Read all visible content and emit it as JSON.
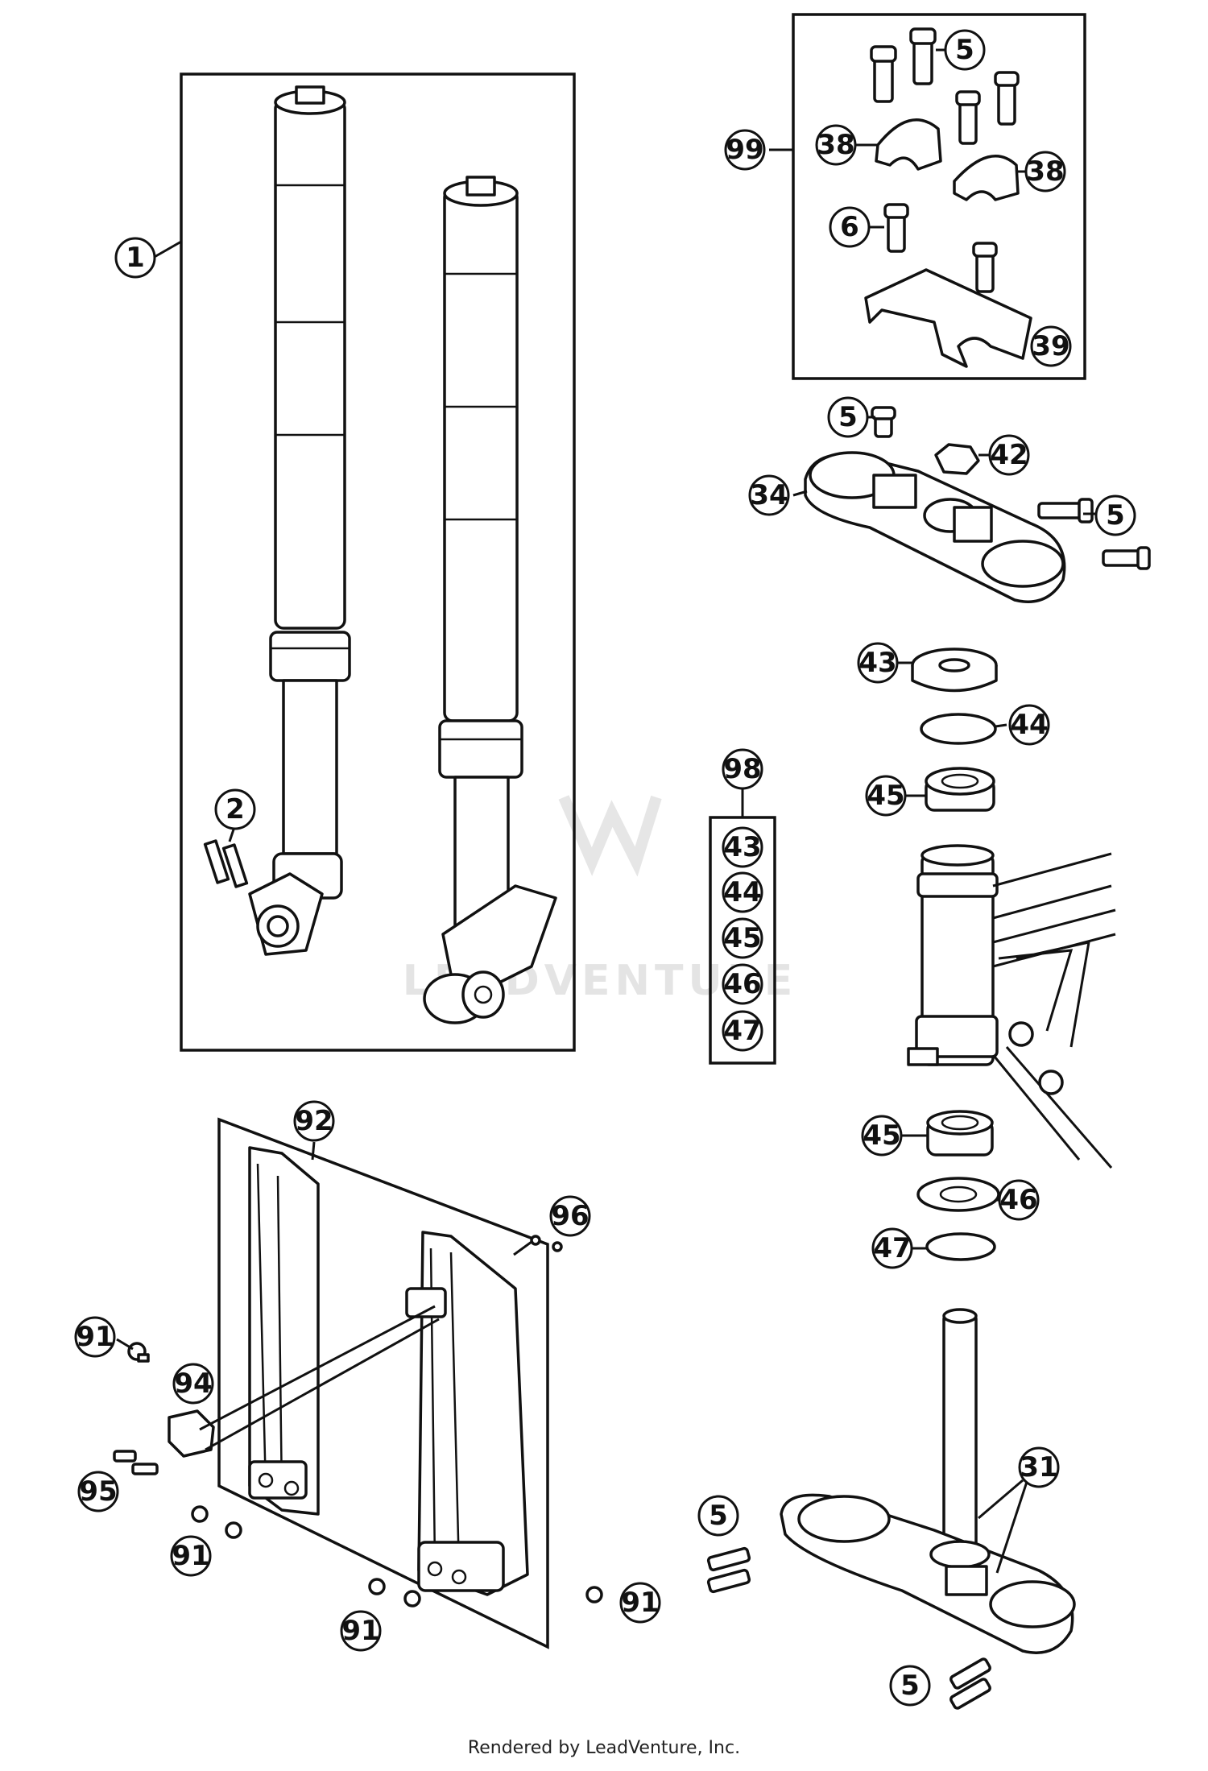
{
  "title": "",
  "watermark": "LEADVENTURE",
  "credit": "Rendered by LeadVenture, Inc.",
  "callouts": [
    {
      "id": "c1",
      "label": "1"
    },
    {
      "id": "c2",
      "label": "2"
    },
    {
      "id": "c5a",
      "label": "5"
    },
    {
      "id": "c99",
      "label": "99"
    },
    {
      "id": "c38a",
      "label": "38"
    },
    {
      "id": "c38b",
      "label": "38"
    },
    {
      "id": "c6",
      "label": "6"
    },
    {
      "id": "c39",
      "label": "39"
    },
    {
      "id": "c5b",
      "label": "5"
    },
    {
      "id": "c42",
      "label": "42"
    },
    {
      "id": "c34",
      "label": "34"
    },
    {
      "id": "c5c",
      "label": "5"
    },
    {
      "id": "c43a",
      "label": "43"
    },
    {
      "id": "c44a",
      "label": "44"
    },
    {
      "id": "c45a",
      "label": "45"
    },
    {
      "id": "c98",
      "label": "98"
    },
    {
      "id": "c43b",
      "label": "43"
    },
    {
      "id": "c44b",
      "label": "44"
    },
    {
      "id": "c45b",
      "label": "45"
    },
    {
      "id": "c46b",
      "label": "46"
    },
    {
      "id": "c47b",
      "label": "47"
    },
    {
      "id": "c92",
      "label": "92"
    },
    {
      "id": "c96",
      "label": "96"
    },
    {
      "id": "c45c",
      "label": "45"
    },
    {
      "id": "c46c",
      "label": "46"
    },
    {
      "id": "c47c",
      "label": "47"
    },
    {
      "id": "c91a",
      "label": "91"
    },
    {
      "id": "c94",
      "label": "94"
    },
    {
      "id": "c95",
      "label": "95"
    },
    {
      "id": "c91b",
      "label": "91"
    },
    {
      "id": "c91c",
      "label": "91"
    },
    {
      "id": "c91d",
      "label": "91"
    },
    {
      "id": "c31",
      "label": "31"
    },
    {
      "id": "c5d",
      "label": "5"
    },
    {
      "id": "c5e",
      "label": "5"
    }
  ]
}
